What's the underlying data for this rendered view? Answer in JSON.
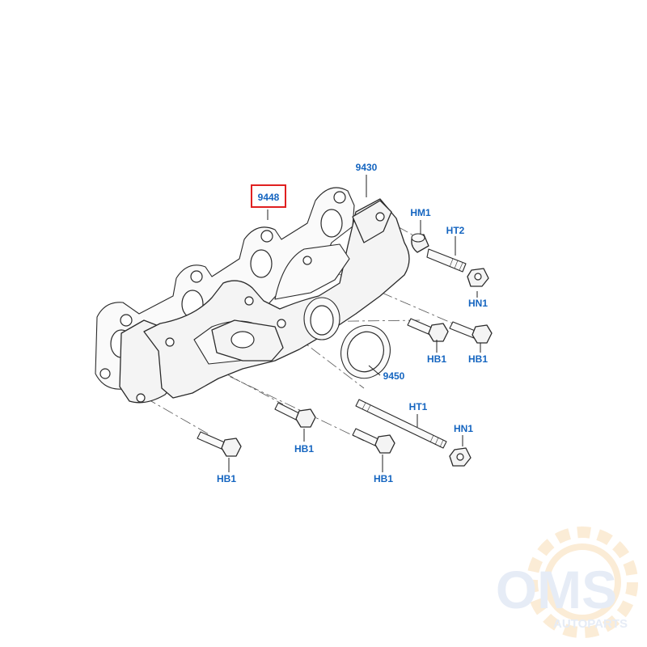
{
  "diagram": {
    "label_color": "#1565c0",
    "highlight_color": "#e02020",
    "callouts": {
      "gasket": "9448",
      "manifold": "9430",
      "spacer": "HM1",
      "stud_top": "HT2",
      "nut_top": "HN1",
      "bolt_mid_left": "HB1",
      "bolt_mid_right": "HB1",
      "ring_gasket": "9450",
      "stud_long": "HT1",
      "nut_long": "HN1",
      "bolt_center": "HB1",
      "bolt_left": "HB1",
      "bolt_lower": "HB1"
    }
  },
  "watermark": {
    "brand": "OMS",
    "sub": "AUTOPARTS"
  }
}
